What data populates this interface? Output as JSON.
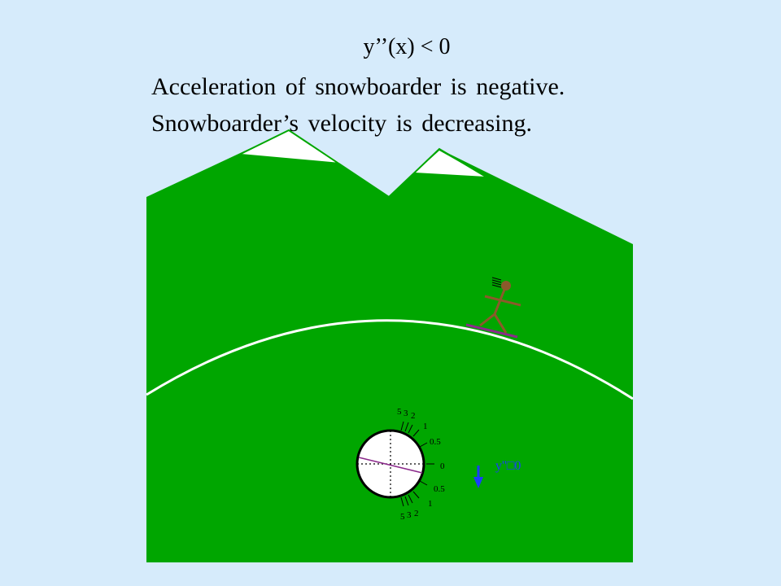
{
  "caption": {
    "formula": "y’’(x) < 0",
    "line1": "Acceleration of snowboarder is negative.",
    "line2": "Snowboarder’s velocity is decreasing."
  },
  "gauge": {
    "upper_labels": [
      "5",
      "3",
      "2",
      "1",
      "0.5"
    ],
    "center_label": "0",
    "lower_labels": [
      "0.5",
      "1",
      "2",
      "3",
      "5"
    ]
  },
  "acceleration_label": "y''□0",
  "colors": {
    "sky": "#d6ebfb",
    "mountain": "#00a600",
    "snow": "#ffffff",
    "snowboarder": "#8b5a2b",
    "board": "#8b2a8b",
    "arrow": "#1a3cff"
  }
}
